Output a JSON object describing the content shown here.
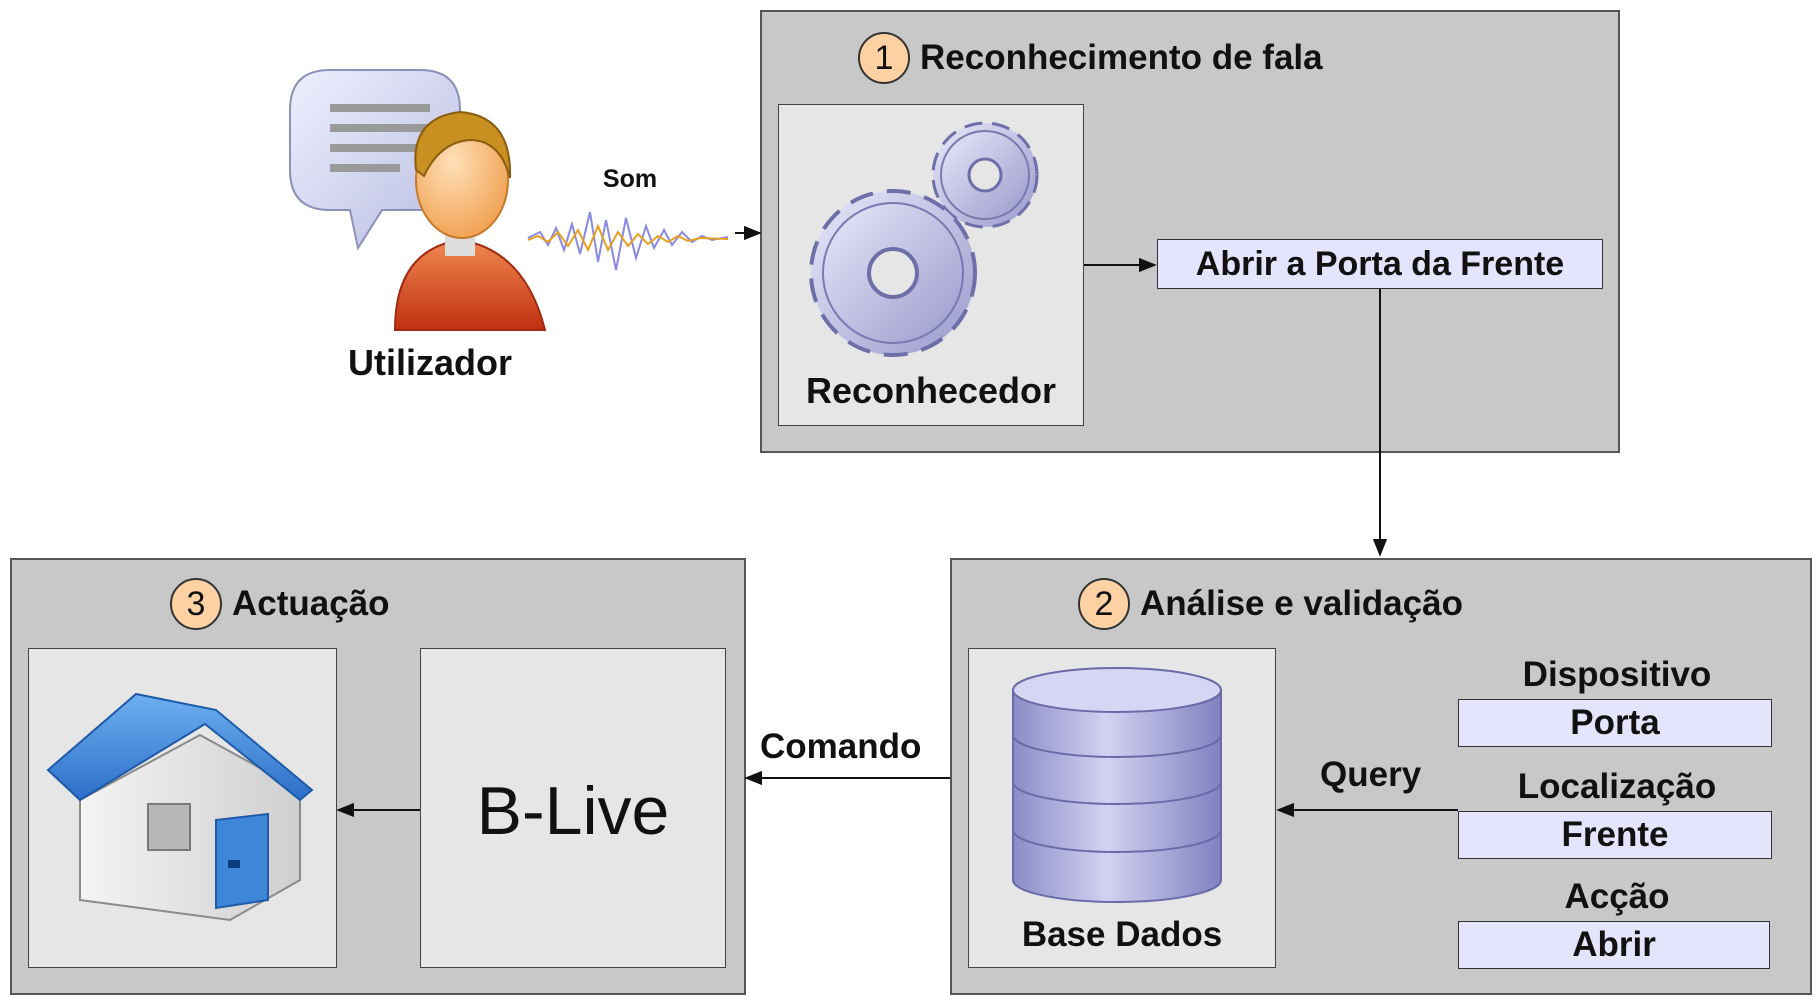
{
  "user": {
    "label": "Utilizador",
    "sound_label": "Som"
  },
  "step1": {
    "number": "1",
    "title": "Reconhecimento de fala",
    "engine_label": "Reconhecedor",
    "output_text": "Abrir a Porta da Frente"
  },
  "step2": {
    "number": "2",
    "title": "Análise e validação",
    "db_label": "Base Dados",
    "query_label": "Query",
    "fields": [
      {
        "label": "Dispositivo",
        "value": "Porta"
      },
      {
        "label": "Localização",
        "value": "Frente"
      },
      {
        "label": "Acção",
        "value": "Abrir"
      }
    ]
  },
  "step3": {
    "number": "3",
    "title": "Actuação",
    "system_label": "B-Live",
    "command_label": "Comando"
  },
  "colors": {
    "panel": "#c8c8c8",
    "inner": "#e6e6e6",
    "step_circle": "#ffd1a3",
    "field_fill": "#e4e4fc",
    "gear": "#c0c0e4",
    "database": "#a8a8dc",
    "house_roof": "#3d86d8"
  },
  "icons": [
    "speech-bubble-icon",
    "user-icon",
    "sound-wave-icon",
    "gears-icon",
    "database-icon",
    "house-icon"
  ]
}
